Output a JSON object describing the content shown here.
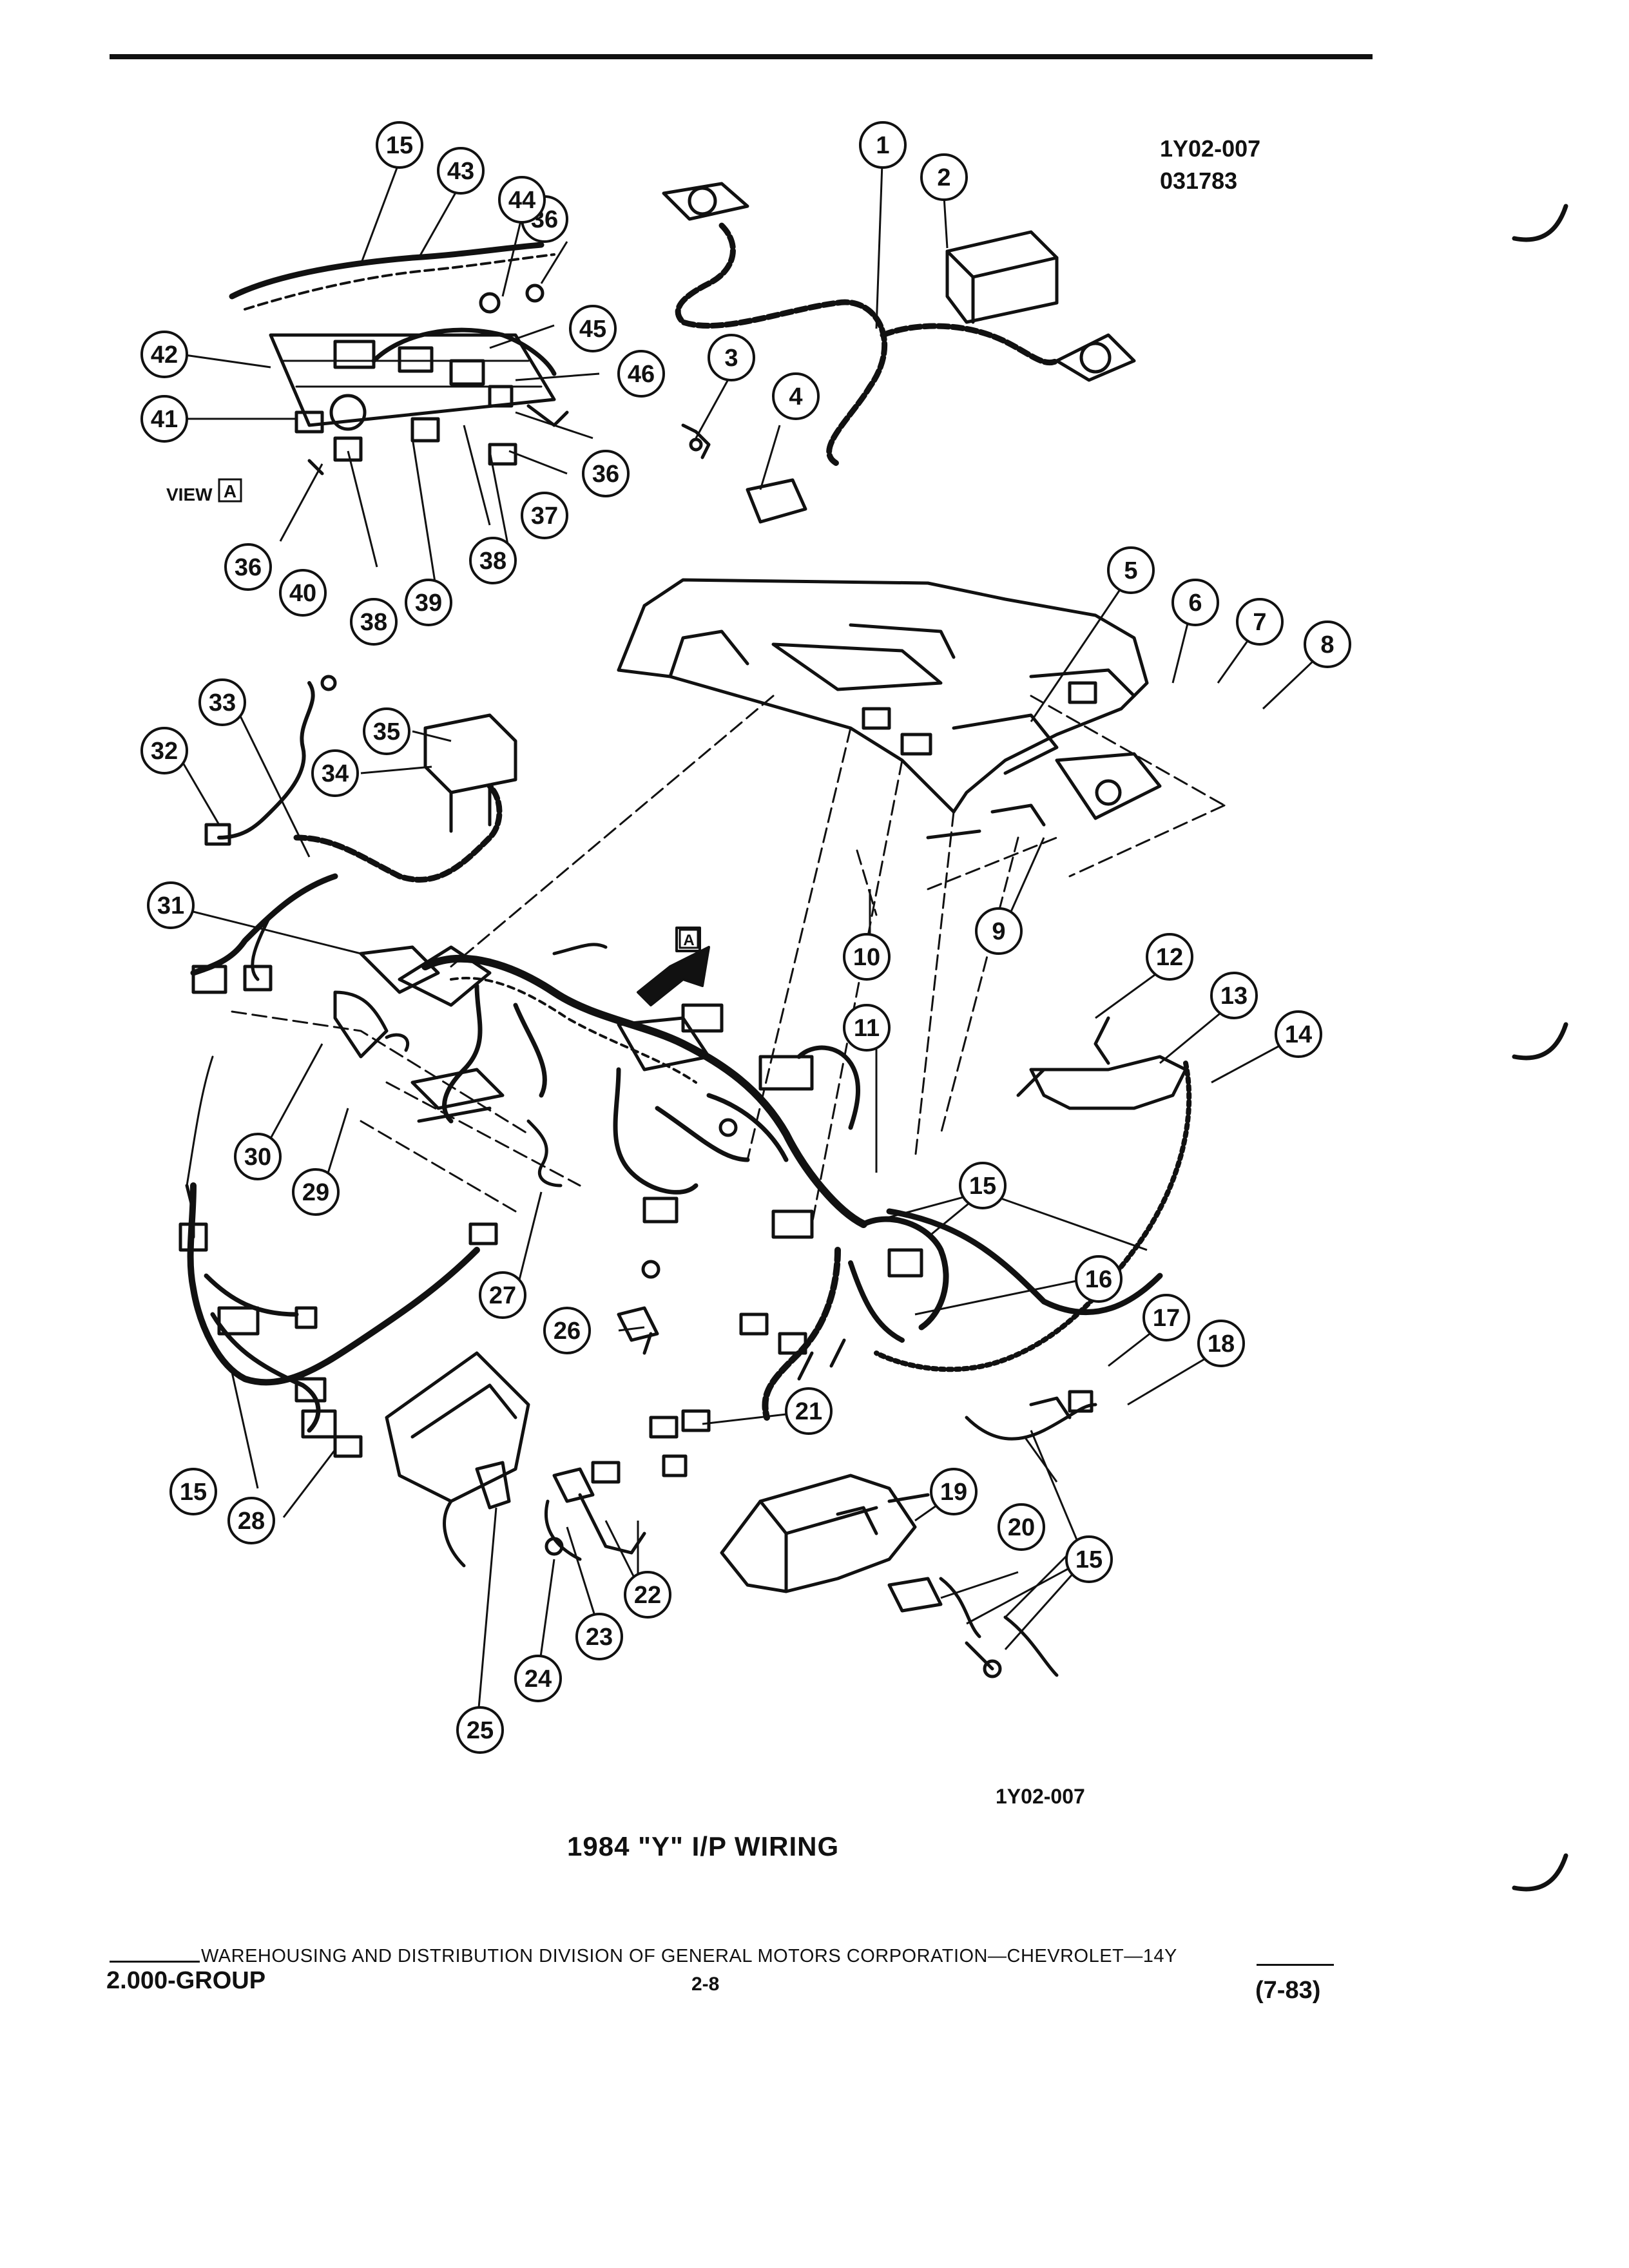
{
  "header": {
    "drawing_id": "1Y02-007",
    "date_code": "031783"
  },
  "diagram": {
    "title": "1984 \"Y\" I/P WIRING",
    "bottom_id": "1Y02-007",
    "view_label": "VIEW",
    "view_letter": "A",
    "arrow_letter": "A",
    "callouts": [
      "1",
      "2",
      "3",
      "4",
      "5",
      "6",
      "7",
      "8",
      "9",
      "10",
      "11",
      "12",
      "13",
      "14",
      "15",
      "15",
      "15",
      "15",
      "15",
      "16",
      "17",
      "18",
      "19",
      "20",
      "21",
      "22",
      "23",
      "24",
      "25",
      "26",
      "27",
      "28",
      "29",
      "30",
      "31",
      "32",
      "33",
      "34",
      "35",
      "36",
      "36",
      "36",
      "37",
      "38",
      "38",
      "39",
      "40",
      "41",
      "42",
      "43",
      "44",
      "45",
      "46"
    ]
  },
  "footer": {
    "division": "WAREHOUSING AND DISTRIBUTION  DIVISION OF GENERAL MOTORS CORPORATION—CHEVROLET—14Y",
    "group": "2.000-GROUP",
    "page": "2-8",
    "revision": "(7-83)"
  }
}
